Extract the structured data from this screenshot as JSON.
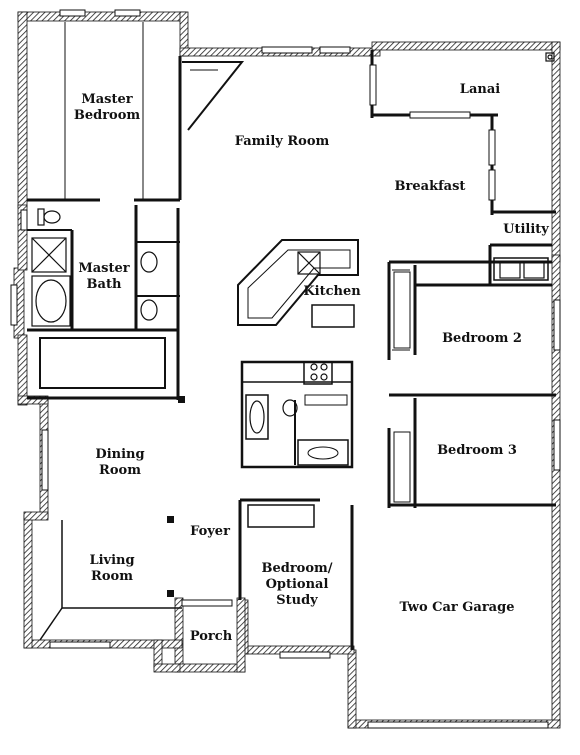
{
  "rooms": {
    "master_bedroom": "Master\nBedroom",
    "family_room": "Family Room",
    "lanai": "Lanai",
    "breakfast": "Breakfast",
    "utility": "Utility",
    "master_bath": "Master\nBath",
    "kitchen": "Kitchen",
    "bedroom_2": "Bedroom 2",
    "bedroom_3": "Bedroom 3",
    "dining_room": "Dining\nRoom",
    "foyer": "Foyer",
    "living_room": "Living\nRoom",
    "study": "Bedroom/\nOptional\nStudy",
    "porch": "Porch",
    "garage": "Two Car Garage"
  }
}
